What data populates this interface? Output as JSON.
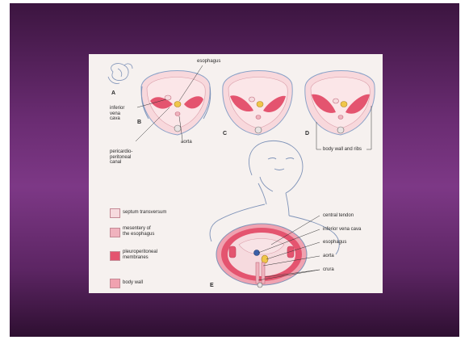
{
  "colors": {
    "slide_gradient_mid": "#7d3886",
    "septum_transversum": "#f6dade",
    "mesentery_of_esophagus": "#f0b3be",
    "pleuroperitoneal_membranes": "#e4546f",
    "body_wall": "#f0a2b0"
  },
  "panels": {
    "a": "A",
    "b": "B",
    "c": "C",
    "d": "D",
    "e": "E"
  },
  "labels": {
    "esophagus_top": "esophagus",
    "inferior_vena_cava": "inferior\nvena\ncava",
    "aorta": "aorta",
    "pericardioperitoneal_canal": "pericardio-\nperitoneal\ncanal",
    "body_wall_and_ribs": "body wall and ribs",
    "central_tendon": "central tendon",
    "inferior_vena_cava_e": "inferior vena cava",
    "esophagus_e": "esophagus",
    "aorta_e": "aorta",
    "crura": "crura"
  },
  "legend": [
    {
      "label": "septum transversum",
      "color": "#f6dade"
    },
    {
      "label": "mesentery of\nthe esophagus",
      "color": "#f0b3be"
    },
    {
      "label": "pleuroperitoneal\nmembranes",
      "color": "#e4546f"
    },
    {
      "label": "body wall",
      "color": "#f0a2b0"
    }
  ]
}
